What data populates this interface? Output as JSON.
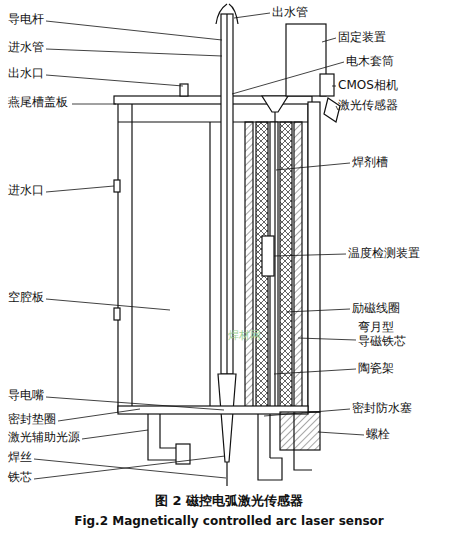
{
  "diagram": {
    "caption": "图 2   磁控电弧激光传感器",
    "labels": [
      "导电杆",
      "进水管",
      "出水口",
      "燕尾槽盖板",
      "进水口",
      "空腔板",
      "导电嘴",
      "密封垫圈",
      "激光辅助光源",
      "焊丝",
      "铁芯",
      "出水管",
      "固定装置",
      "电木套筒",
      "CMOS相机",
      "激光传感器",
      "焊剂槽",
      "温度检测装置",
      "励磁线圈",
      "弯月型 导磁铁芯",
      "陶瓷架",
      "密封防水塞",
      "螺栓",
      "焊材网",
      "Fig.2   Magnetically controlled arc laser sensor"
    ]
  }
}
